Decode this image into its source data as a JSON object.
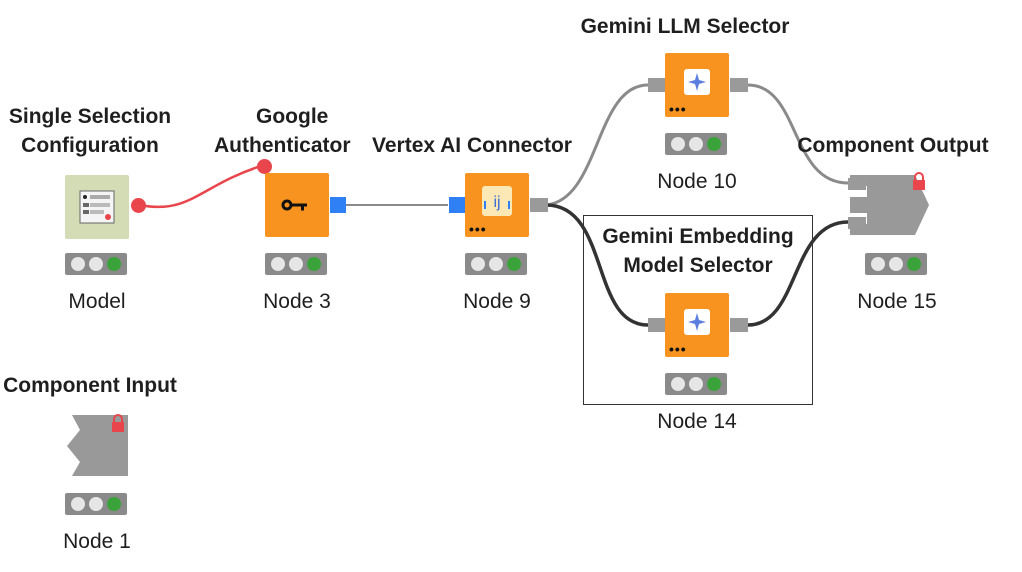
{
  "nodes": {
    "model": {
      "title": [
        "Single Selection",
        "Configuration"
      ],
      "label": "Model",
      "icon": "single-selection-icon"
    },
    "node3": {
      "title": [
        "Google",
        "Authenticator"
      ],
      "label": "Node 3",
      "icon": "key-icon"
    },
    "node9": {
      "title": [
        "Vertex AI Connector"
      ],
      "label": "Node 9",
      "icon": "vertex-ai-icon"
    },
    "node10": {
      "title": [
        "Gemini LLM Selector"
      ],
      "label": "Node 10",
      "icon": "gemini-icon"
    },
    "node14": {
      "title": [
        "Gemini Embedding",
        "Model Selector"
      ],
      "label": "Node 14",
      "icon": "gemini-icon"
    },
    "node15": {
      "title": [
        "Component Output"
      ],
      "label": "Node 15",
      "icon": "component-output-icon"
    },
    "node1": {
      "title": [
        "Component Input"
      ],
      "label": "Node 1",
      "icon": "component-input-icon"
    }
  },
  "colors": {
    "node_orange": "#f7931e",
    "config_green": "#d3dcb4",
    "component_grey": "#999999",
    "port_grey": "#9a9a9a",
    "port_blue": "#2f7ff5",
    "flow_red": "#e8464c",
    "status_green": "#3aa43a",
    "wire_dark": "#333333",
    "wire_light": "#8a8a8a"
  }
}
